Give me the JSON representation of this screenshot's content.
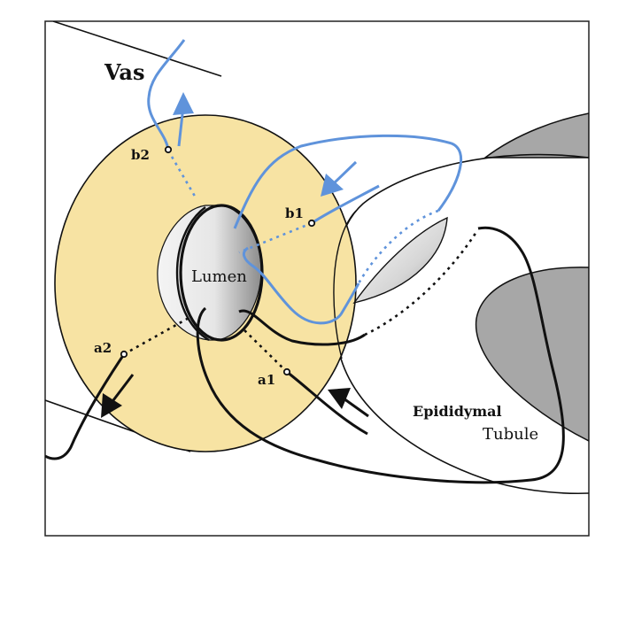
{
  "labels": {
    "vas": "Vas",
    "lumen": "Lumen",
    "epididymal": "Epididymal",
    "tubule": "Tubule",
    "a1": "a1",
    "a2": "a2",
    "b1": "b1",
    "b2": "b2"
  },
  "colors": {
    "vas_wall": "#f7e3a3",
    "epididymis_gray": "#a7a7a7",
    "suture_blue": "#5f93db",
    "suture_black": "#111111",
    "frame": "#222222"
  }
}
